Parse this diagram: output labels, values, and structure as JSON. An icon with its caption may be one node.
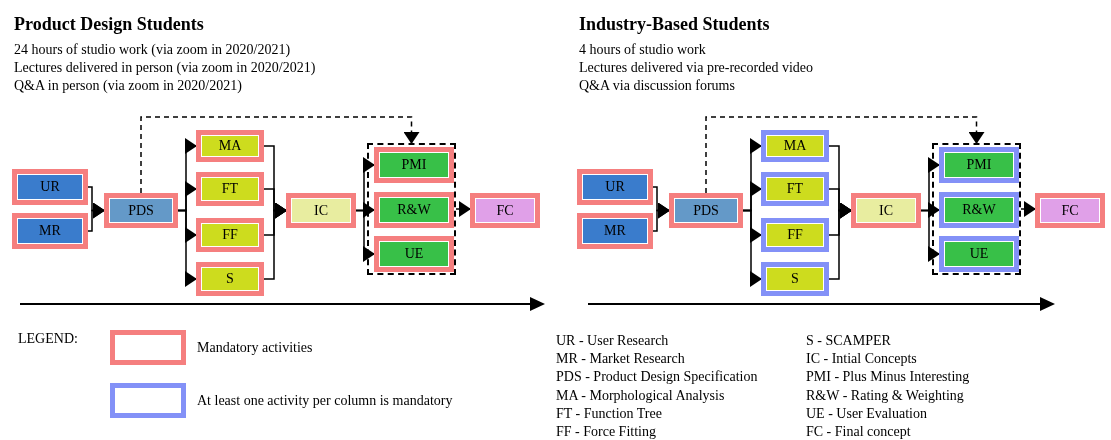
{
  "diagram": {
    "nodes": [
      {
        "text": [
          "UR"
        ]
      },
      {
        "text": [
          "MR"
        ]
      },
      {
        "text": [
          "PDS"
        ]
      },
      {
        "text": [
          "MA"
        ]
      },
      {
        "text": [
          "FT"
        ]
      },
      {
        "text": [
          "FF"
        ]
      },
      {
        "text": [
          "S"
        ]
      },
      {
        "text": [
          "IC"
        ]
      },
      {
        "text": [],
        "shape": "box"
      },
      {
        "text": [
          "PMI"
        ],
        "in": 8
      },
      {
        "text": [
          "R&W"
        ],
        "in": 8
      },
      {
        "text": [
          "UE"
        ],
        "in": 8
      },
      {
        "text": [
          "FC"
        ]
      },
      {
        "text": [
          "UR"
        ]
      },
      {
        "text": [
          "MR"
        ]
      },
      {
        "text": [
          "PDS"
        ]
      },
      {
        "text": [
          "MA"
        ]
      },
      {
        "text": [
          "FT"
        ]
      },
      {
        "text": [
          "FF"
        ]
      },
      {
        "text": [
          "S"
        ]
      },
      {
        "text": [
          "IC"
        ]
      },
      {
        "text": [],
        "shape": "box"
      },
      {
        "text": [
          "PMI"
        ],
        "in": 21
      },
      {
        "text": [
          "R&W"
        ],
        "in": 21
      },
      {
        "text": [
          "UE"
        ],
        "in": 21
      },
      {
        "text": [
          "FC"
        ]
      }
    ],
    "edges": [
      {
        "from": 0,
        "to": 2,
        "arrow": "to"
      },
      {
        "from": 1,
        "to": 2,
        "arrow": "to"
      },
      {
        "from": 2,
        "to": 3,
        "arrow": "to"
      },
      {
        "from": 2,
        "to": 4,
        "arrow": "to"
      },
      {
        "from": 2,
        "to": 5,
        "arrow": "to"
      },
      {
        "from": 2,
        "to": 6,
        "arrow": "to"
      },
      {
        "from": 3,
        "to": 7,
        "arrow": "to"
      },
      {
        "from": 4,
        "to": 7,
        "arrow": "to"
      },
      {
        "from": 5,
        "to": 7,
        "arrow": "to"
      },
      {
        "from": 6,
        "to": 7,
        "arrow": "to"
      },
      {
        "from": 7,
        "to": 9,
        "arrow": "to"
      },
      {
        "from": 7,
        "to": 10,
        "arrow": "to"
      },
      {
        "from": 7,
        "to": 11,
        "arrow": "to"
      },
      {
        "from": 8,
        "to": 12,
        "arrow": "to"
      },
      {
        "from": 2,
        "to": 8,
        "arrow": "to",
        "style": "dashed"
      },
      {
        "from": 13,
        "to": 15,
        "arrow": "to"
      },
      {
        "from": 14,
        "to": 15,
        "arrow": "to"
      },
      {
        "from": 15,
        "to": 16,
        "arrow": "to"
      },
      {
        "from": 15,
        "to": 17,
        "arrow": "to"
      },
      {
        "from": 15,
        "to": 18,
        "arrow": "to"
      },
      {
        "from": 15,
        "to": 19,
        "arrow": "to"
      },
      {
        "from": 16,
        "to": 20,
        "arrow": "to"
      },
      {
        "from": 17,
        "to": 20,
        "arrow": "to"
      },
      {
        "from": 18,
        "to": 20,
        "arrow": "to"
      },
      {
        "from": 19,
        "to": 20,
        "arrow": "to"
      },
      {
        "from": 20,
        "to": 22,
        "arrow": "to"
      },
      {
        "from": 20,
        "to": 23,
        "arrow": "to"
      },
      {
        "from": 20,
        "to": 24,
        "arrow": "to"
      },
      {
        "from": 21,
        "to": 25,
        "arrow": "to"
      },
      {
        "from": 15,
        "to": 21,
        "arrow": "to",
        "style": "dashed"
      }
    ],
    "labels": [
      "Product Design Students",
      "24 hours of studio work (via zoom in 2020/2021)",
      "Lectures delivered in person (via zoom in 2020/2021)",
      "Q&A in person (via zoom in 2020/2021)",
      "Industry-Based  Students",
      "4 hours of studio work",
      "Lectures delivered via pre-recorded video",
      "Q&A via discussion forums",
      "LEGEND:",
      "UR - User Research",
      "MR - Market Research",
      "PDS - Product Design Specification",
      "MA - Morphological Analysis",
      "FT - Function Tree",
      "FF - Force Fitting",
      "S - SCAMPER",
      "IC - Intial Concepts",
      "PMI - Plus Minus Interesting",
      "R&W - Rating & Weighting",
      "UE - User Evaluation",
      "FC - Final concept"
    ],
    "legend": [
      {
        "text": "Mandatory activities",
        "color": "#f57f7f"
      },
      {
        "text": "At least one activity per column is mandatory",
        "color": "#8391f7"
      }
    ]
  }
}
